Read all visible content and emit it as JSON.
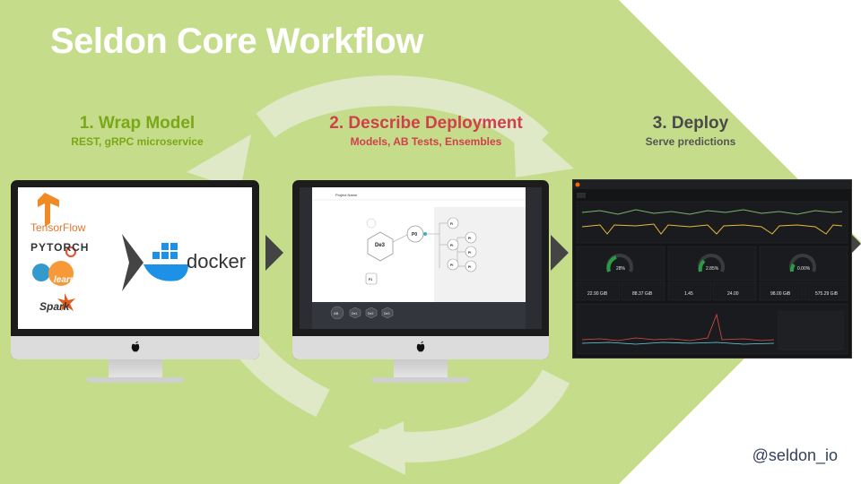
{
  "title": "Seldon Core Workflow",
  "steps": [
    {
      "heading": "1. Wrap Model",
      "subtitle": "REST, gRPC microservice",
      "color": "#7aa818"
    },
    {
      "heading": "2. Describe Deployment",
      "subtitle": "Models, AB Tests, Ensembles",
      "color": "#d0404a"
    },
    {
      "heading": "3. Deploy",
      "subtitle": "Serve predictions",
      "color": "#4a4a4a"
    }
  ],
  "frameworks": [
    "TensorFlow",
    "PYTORCH",
    "learn",
    "Spark"
  ],
  "docker_label": "docker",
  "deployment_editor": {
    "toolbar_title": "Project Name",
    "graph_nodes": [
      "De3",
      "P0",
      "Fi",
      "Pi",
      "Pi",
      "Pi",
      "Pi",
      "Pi",
      "F1"
    ],
    "palette": [
      "AB",
      "De1",
      "De2",
      "De3"
    ]
  },
  "dashboard_values": [
    "22.90 GiB",
    "88.37 GiB",
    "1.45",
    "24.00",
    "98.00 GiB",
    "575.29 GiB",
    "28%",
    "2.85%",
    "0.00%"
  ],
  "twitter_handle": "@seldon_io",
  "colors": {
    "background_green": "#c5dc8a",
    "cycle_arrow": "#dde8c4",
    "step1": "#7aa818",
    "step2": "#d0404a",
    "step3": "#4a4a4a"
  }
}
